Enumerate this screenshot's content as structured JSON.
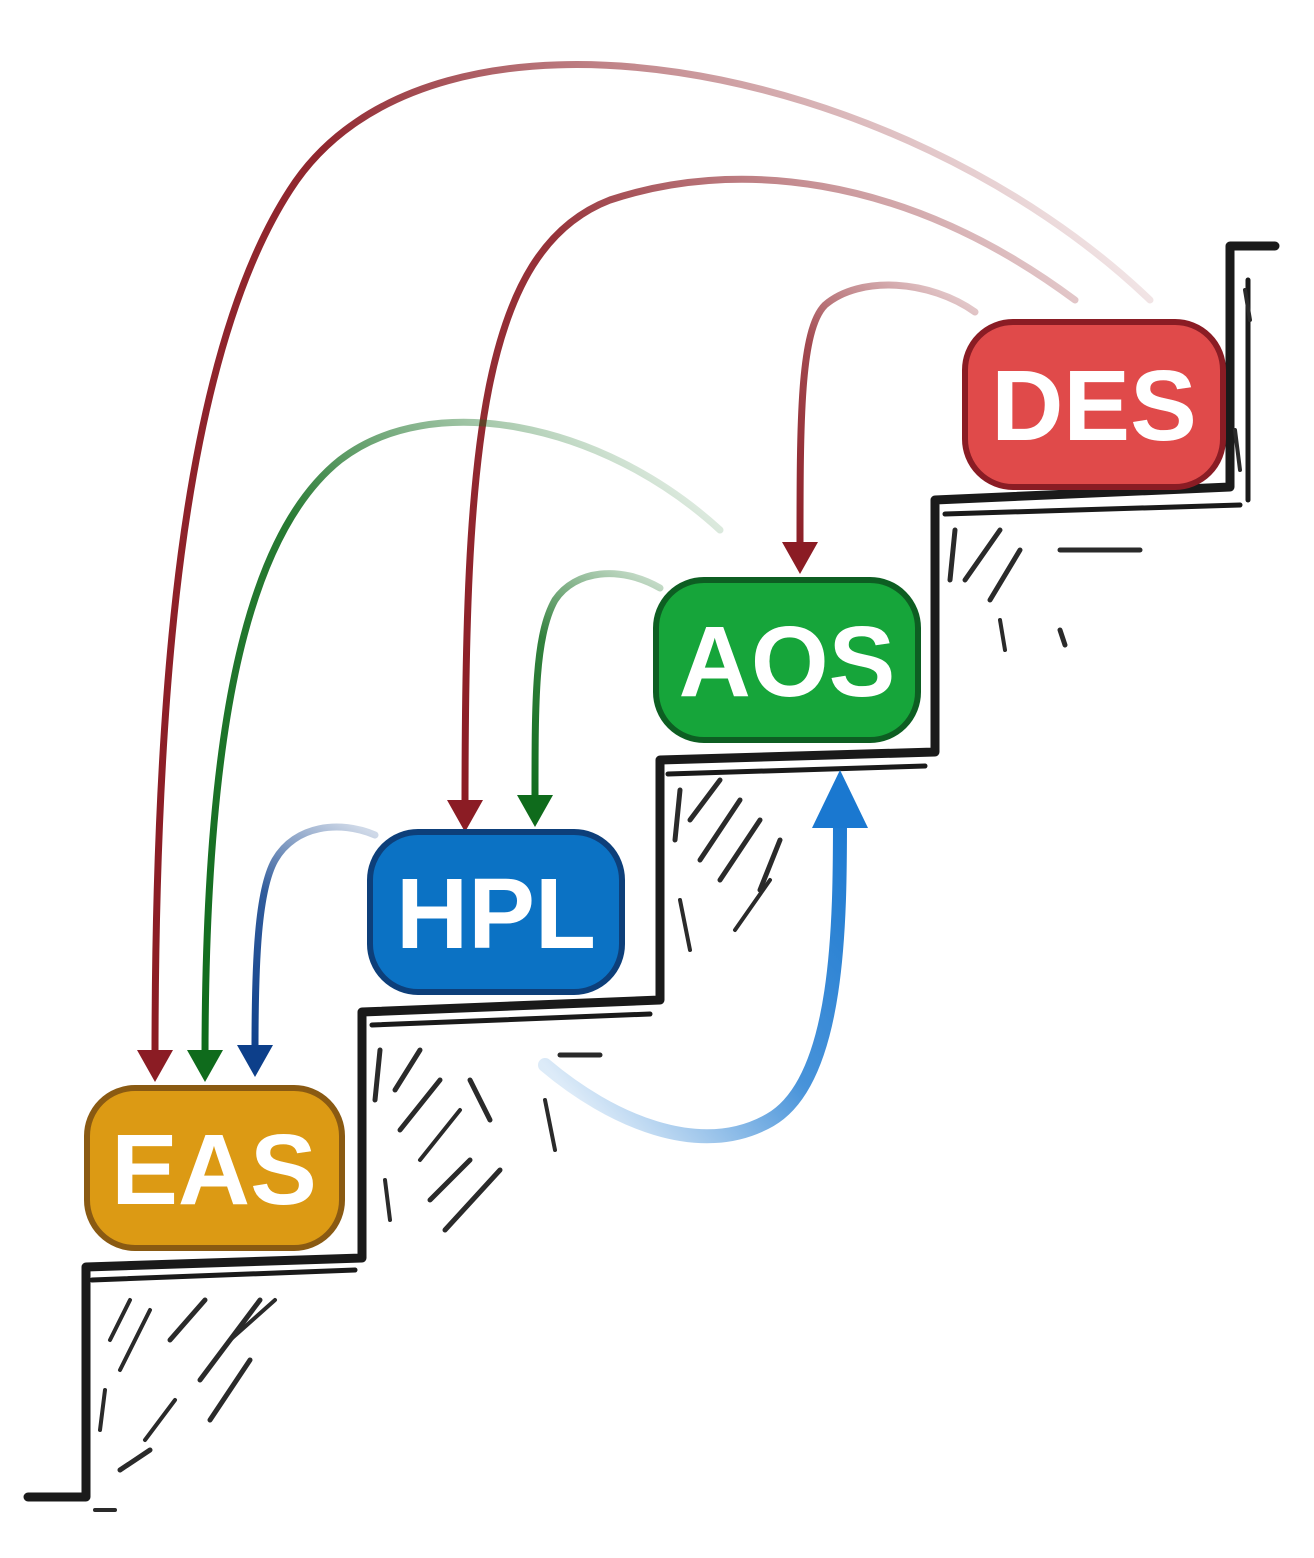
{
  "nodes": [
    {
      "id": "eas",
      "label": "EAS",
      "fill": "#dc9a14",
      "stroke": "#8a5a12"
    },
    {
      "id": "hpl",
      "label": "HPL",
      "fill": "#0b72c4",
      "stroke": "#0d3f7a"
    },
    {
      "id": "aos",
      "label": "AOS",
      "fill": "#16a53a",
      "stroke": "#0d5e22"
    },
    {
      "id": "des",
      "label": "DES",
      "fill": "#e04a4a",
      "stroke": "#8a1c24"
    }
  ],
  "edges": [
    {
      "from": "des",
      "to": "eas",
      "color": "#8b1c24"
    },
    {
      "from": "des",
      "to": "hpl",
      "color": "#8b1c24"
    },
    {
      "from": "des",
      "to": "aos",
      "color": "#8b1c24"
    },
    {
      "from": "aos",
      "to": "eas",
      "color": "#0f6b1c"
    },
    {
      "from": "aos",
      "to": "hpl",
      "color": "#0f6b1c"
    },
    {
      "from": "hpl",
      "to": "eas",
      "color": "#0d3f8a"
    },
    {
      "from": "hpl",
      "to": "aos",
      "color": "#1a78d0"
    }
  ],
  "colors": {
    "stairs": "#1a1a1a",
    "background": "#ffffff"
  }
}
